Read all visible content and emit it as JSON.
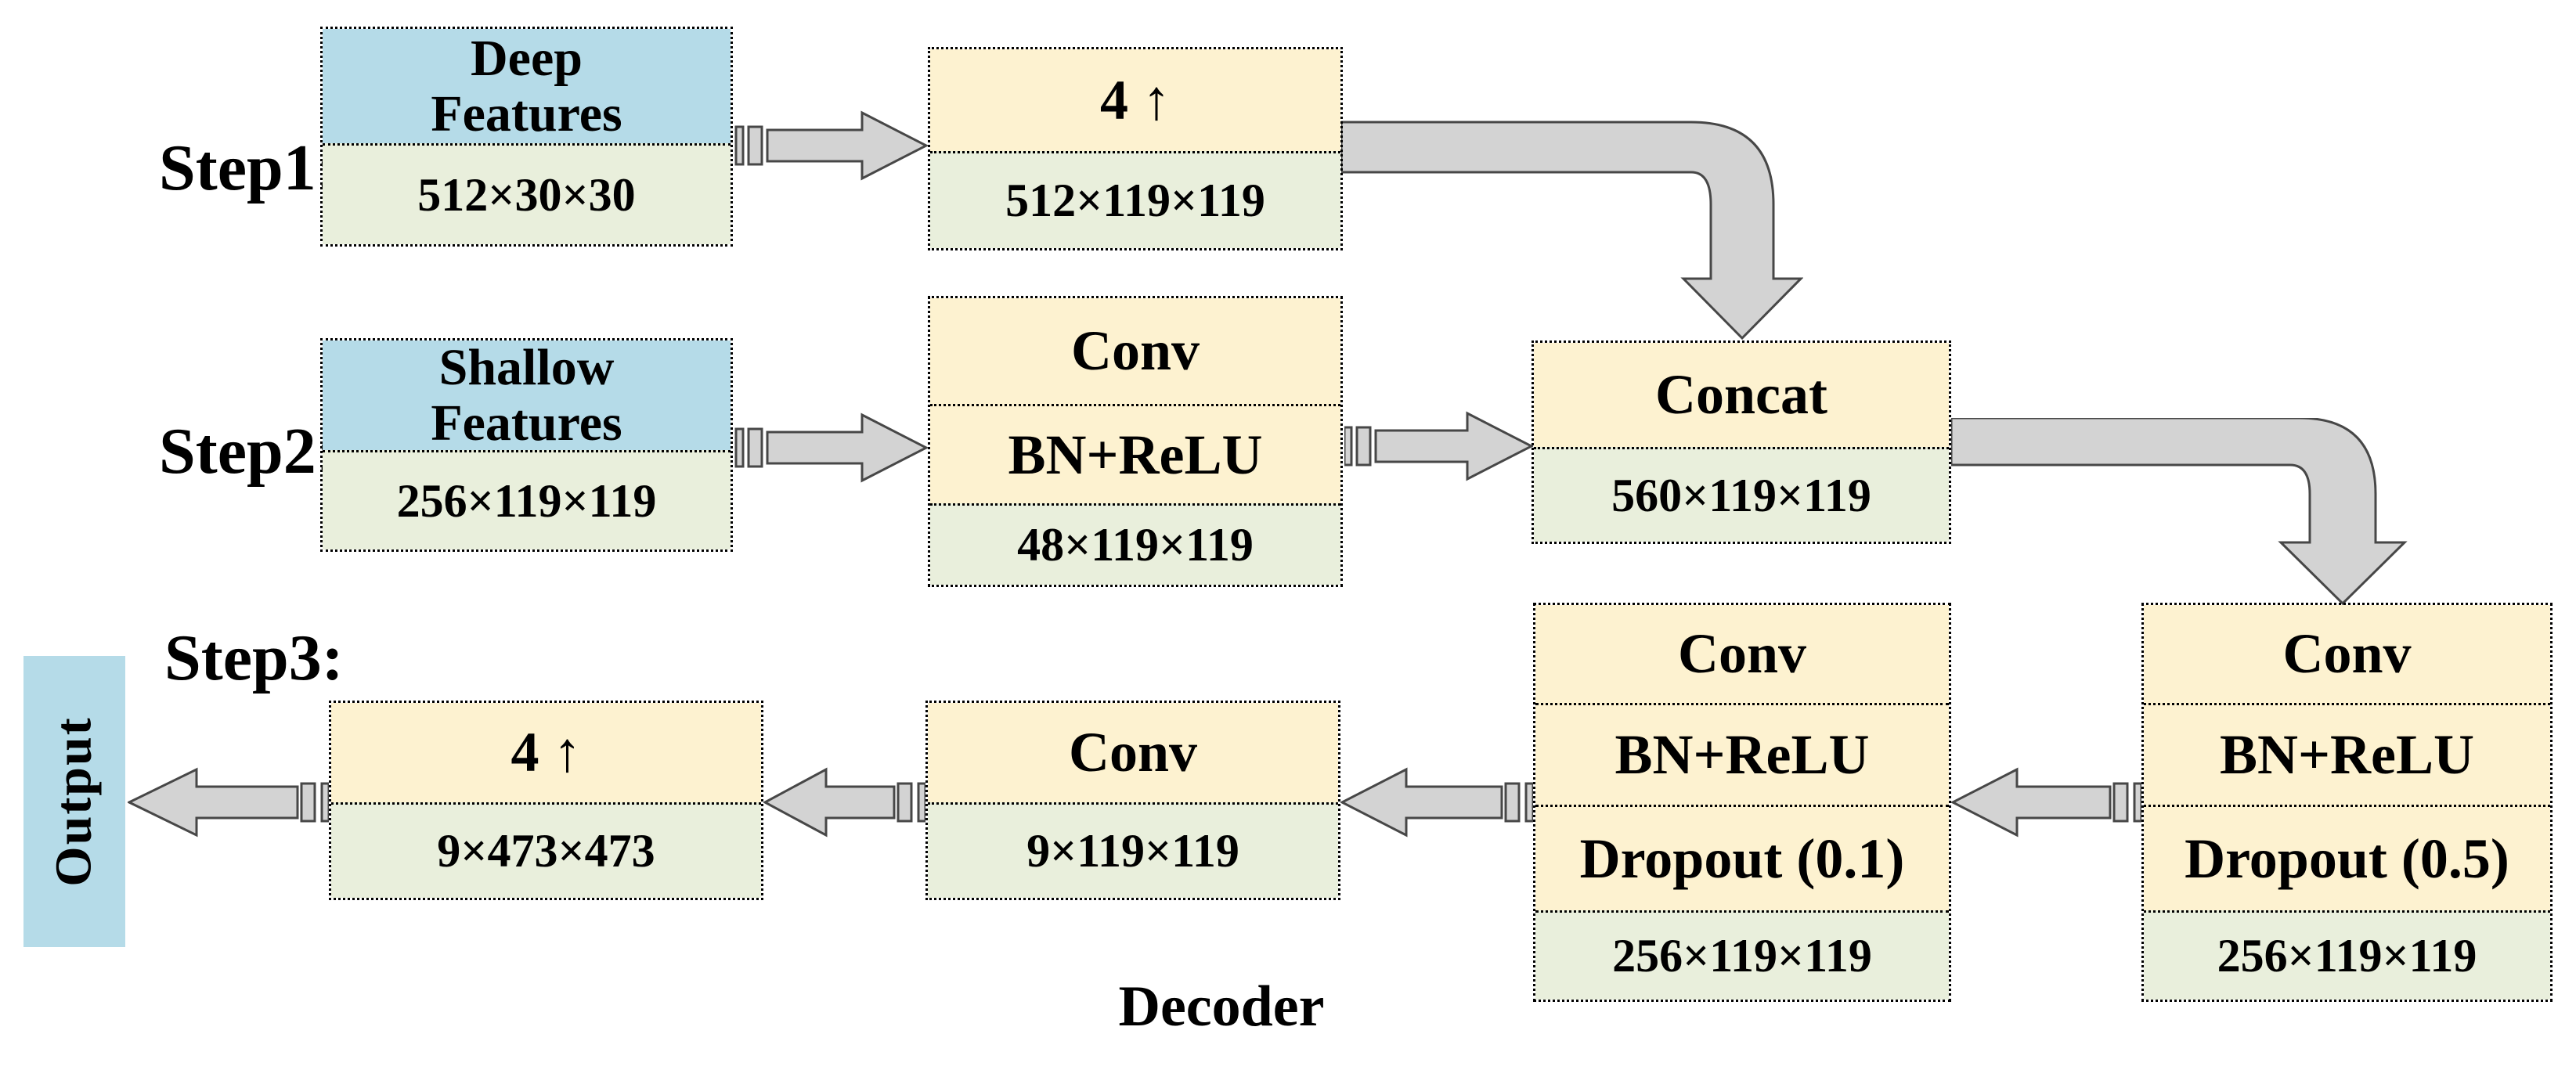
{
  "diagram": {
    "caption": "Decoder",
    "output_label": "Output",
    "step_labels": [
      "Step1:",
      "Step2:",
      "Step3:"
    ],
    "colors": {
      "block_header_blue": "#b5dbe8",
      "op_yellow": "#fdf2d0",
      "dims_green": "#e9efdc",
      "arrow_gray": "#d3d3d3",
      "arrow_outline": "#474747"
    },
    "boxes": {
      "deep_features": {
        "title_lines": [
          "Deep",
          "Features"
        ],
        "dims": "512×30×30"
      },
      "upsample1": {
        "label": "4 ↑",
        "dims": "512×119×119"
      },
      "shallow_features": {
        "title_lines": [
          "Shallow",
          "Features"
        ],
        "dims": "256×119×119"
      },
      "conv_bn": {
        "ops": [
          "Conv",
          "BN+ReLU"
        ],
        "dims": "48×119×119"
      },
      "concat": {
        "label": "Concat",
        "dims": "560×119×119"
      },
      "conv_drop05": {
        "ops": [
          "Conv",
          "BN+ReLU",
          "Dropout (0.5)"
        ],
        "dims": "256×119×119"
      },
      "conv_drop01": {
        "ops": [
          "Conv",
          "BN+ReLU",
          "Dropout (0.1)"
        ],
        "dims": "256×119×119"
      },
      "conv_final": {
        "label": "Conv",
        "dims": "9×119×119"
      },
      "upsample2": {
        "label": "4 ↑",
        "dims": "9×473×473"
      }
    }
  }
}
